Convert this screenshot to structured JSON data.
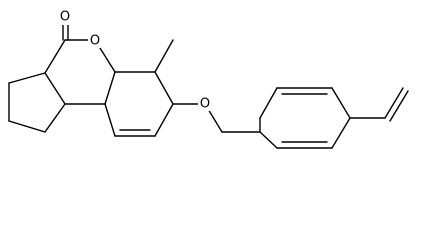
{
  "molecule": {
    "atom_labels": {
      "carbonyl_oxygen": "O",
      "ring_oxygen": "O",
      "ether_oxygen": "O"
    }
  }
}
